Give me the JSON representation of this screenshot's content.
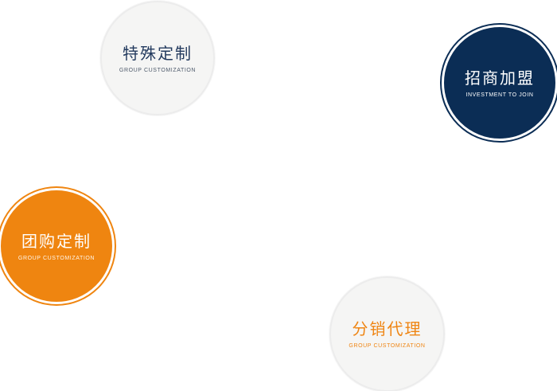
{
  "services": [
    {
      "title": "特殊定制",
      "subtitle": "GROUP CUSTOMIZATION"
    },
    {
      "title": "招商加盟",
      "subtitle": "INVESTMENT TO JOIN"
    },
    {
      "title": "团购定制",
      "subtitle": "GROUP CUSTOMIZATION"
    },
    {
      "title": "分销代理",
      "subtitle": "GROUP CUSTOMIZATION"
    }
  ],
  "colors": {
    "navy": "#0b2d55",
    "orange": "#ef8510",
    "light_grey": "#f5f5f4"
  }
}
